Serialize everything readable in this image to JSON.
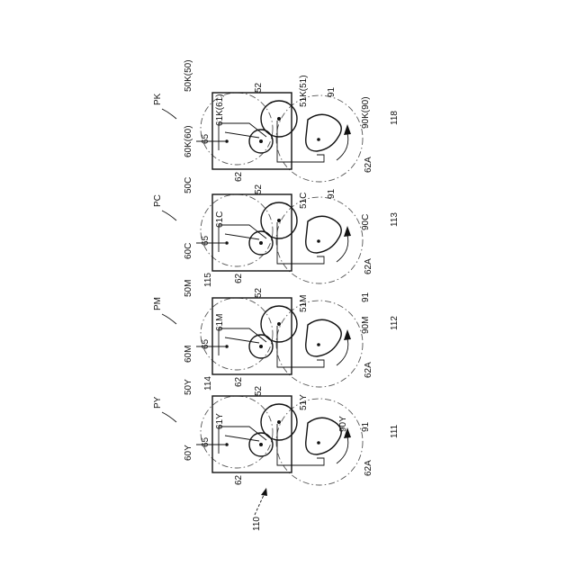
{
  "figure": {
    "ref_main": "110",
    "units": [
      {
        "key": "PK",
        "station": "PK",
        "frame": "50K(50)",
        "drum": "51K(51)",
        "dev": "60K(60)",
        "roll": "61K(61)",
        "cam": "90K(90)",
        "circle": "118",
        "label52": "52",
        "label62": "62",
        "label65": "65",
        "label91": "91",
        "label62A": "62A",
        "extra": ""
      },
      {
        "key": "PC",
        "station": "PC",
        "frame": "50C",
        "drum": "51C",
        "dev": "60C",
        "roll": "61C",
        "cam": "90C",
        "circle": "113",
        "label52": "52",
        "label62": "62",
        "label65": "65",
        "label91": "91",
        "label62A": "62A",
        "extra": "115"
      },
      {
        "key": "PM",
        "station": "PM",
        "frame": "50M",
        "drum": "51M",
        "dev": "60M",
        "roll": "61M",
        "cam": "90M",
        "circle": "112",
        "label52": "52",
        "label62": "62",
        "label65": "65",
        "label91": "91",
        "label62A": "62A",
        "extra": "114"
      },
      {
        "key": "PY",
        "station": "PY",
        "frame": "50Y",
        "drum": "51Y",
        "dev": "60Y",
        "roll": "61Y",
        "cam": "90Y",
        "circle": "111",
        "label52": "52",
        "label62": "62",
        "label65": "65",
        "label91": "91",
        "label62A": "62A",
        "extra": ""
      }
    ]
  }
}
